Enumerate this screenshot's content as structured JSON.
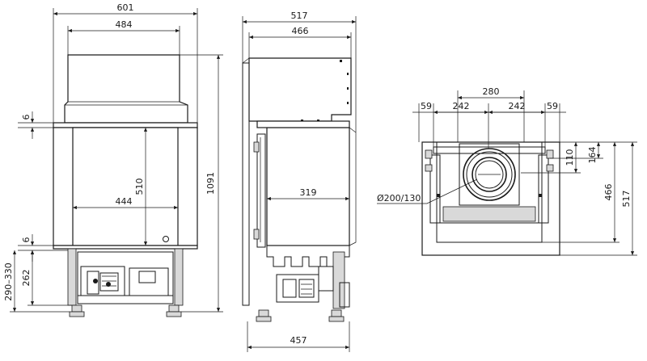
{
  "front_view": {
    "overall_width": "601",
    "hood_width": "484",
    "glass_width": "444",
    "glass_height": "510",
    "total_height": "1091",
    "hood_step": "6",
    "base_step": "6",
    "base_height": "262",
    "leg_range": "290–330"
  },
  "side_view": {
    "overall_depth": "517",
    "hood_depth": "466",
    "firebox_depth": "319",
    "base_depth": "457"
  },
  "top_view": {
    "flue_spacing": "280",
    "left_offset": "59",
    "left_half": "242",
    "right_half": "242",
    "right_offset": "59",
    "flue_offset_a": "110",
    "flue_offset_b": "164",
    "inner_depth": "466",
    "outer_depth": "517",
    "flue_diameter": "Ø200/130"
  }
}
